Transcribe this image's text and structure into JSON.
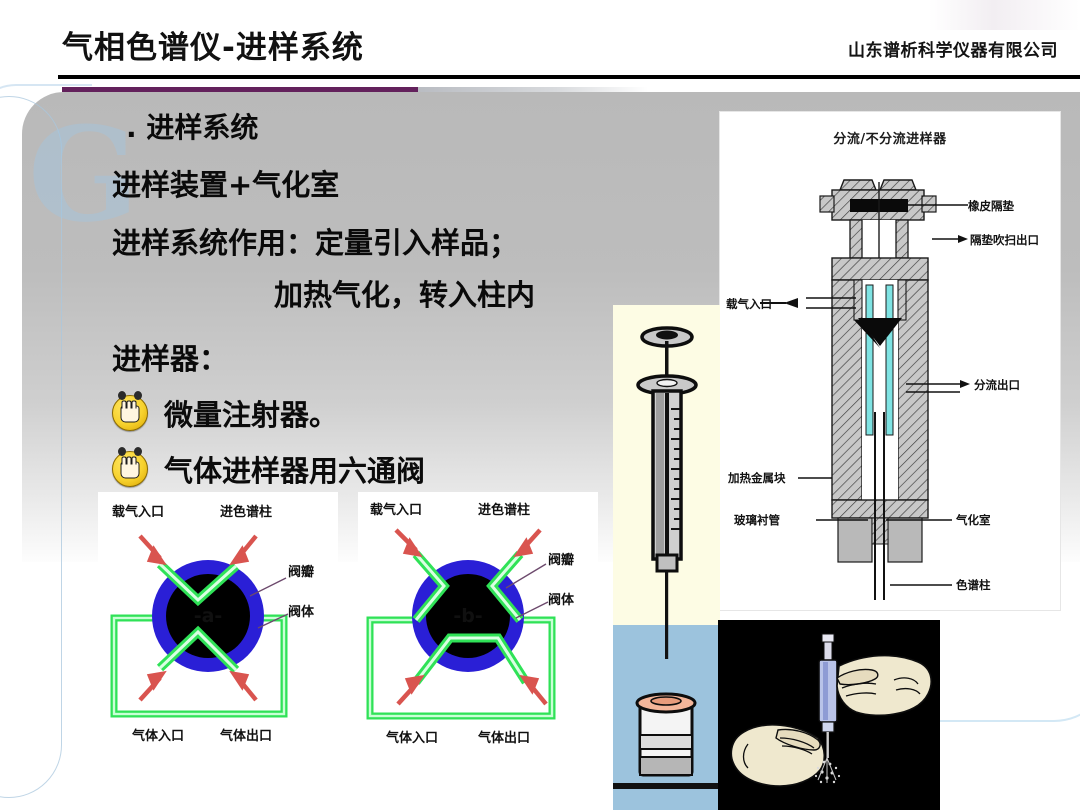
{
  "header": {
    "title": "气相色谱仪-进样系统",
    "company": "山东谱析科学仪器有限公司",
    "accent_color": "#63215c",
    "rule_color": "#000000"
  },
  "body": {
    "heading": ". 进样系统",
    "line_structure": "进样装置+气化室",
    "line_function": "进样系统作用：定量引入样品；",
    "line_function_cont": "加热气化，转入柱内",
    "line_injector": "进样器：",
    "bullets": [
      {
        "icon": "smiley-hand-icon",
        "label": "微量注射器。"
      },
      {
        "icon": "smiley-hand-icon",
        "label": "气体进样器用六通阀"
      }
    ]
  },
  "injector_diagram": {
    "title": "分流/不分流进样器",
    "labels": {
      "septum": "橡皮隔垫",
      "septum_purge": "隔垫吹扫出口",
      "carrier_gas_inlet": "载气入口",
      "split_outlet": "分流出口",
      "heated_block": "加热金属块",
      "glass_liner": "玻璃衬管",
      "vaporization_chamber": "气化室",
      "column": "色谱柱"
    },
    "colors": {
      "metal": "#bdbdbd",
      "liner": "#7fe3e3",
      "seal": "#000000"
    }
  },
  "valve_diagrams": [
    {
      "center_label": "-a-",
      "labels": {
        "carrier_in": "载气入口",
        "to_column": "进色谱柱",
        "valve_disc": "阀瓣",
        "valve_body": "阀体",
        "gas_in": "气体入口",
        "gas_out": "气体出口"
      },
      "colors": {
        "body": "#2a1fd6",
        "core": "#000000",
        "path": "#22d84a",
        "arrow": "#d9544f"
      }
    },
    {
      "center_label": "-b-",
      "labels": {
        "carrier_in": "载气入口",
        "to_column": "进色谱柱",
        "valve_disc": "阀瓣",
        "valve_body": "阀体",
        "gas_in": "气体入口",
        "gas_out": "气体出口"
      },
      "colors": {
        "body": "#2a1fd6",
        "core": "#000000",
        "path": "#22d84a",
        "arrow": "#d9544f"
      }
    }
  ],
  "syringe_image": {
    "name": "microsyringe-over-vial",
    "background": "#fdfce4",
    "liquid_color": "#9cc3dd"
  },
  "hands_image": {
    "name": "hands-holding-syringe",
    "background": "#000000"
  },
  "watermark": {
    "text": "G"
  }
}
